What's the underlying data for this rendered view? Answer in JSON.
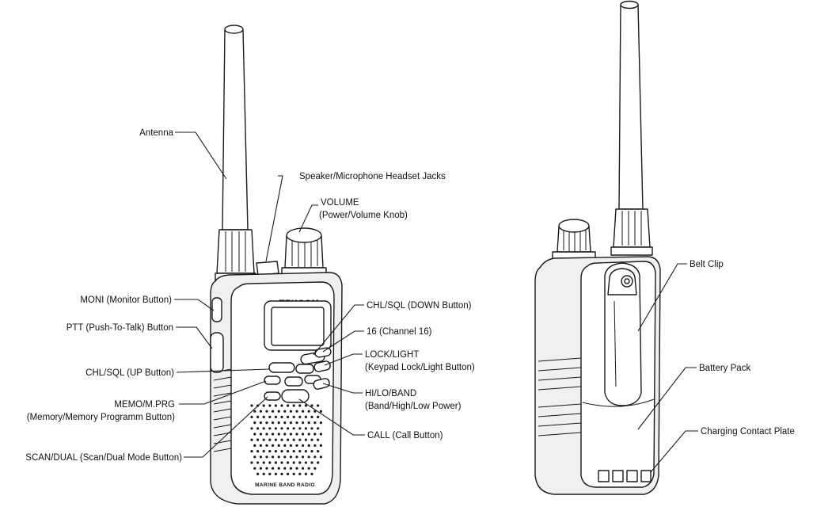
{
  "brand": "TEKCOM",
  "front_band_text": "MARINE BAND RADIO",
  "labels": {
    "antenna": "Antenna",
    "speaker_jacks": "Speaker/Microphone Headset Jacks",
    "volume_line1": "VOLUME",
    "volume_line2": "(Power/Volume Knob)",
    "moni": "MONI (Monitor Button)",
    "ptt": "PTT (Push-To-Talk) Button",
    "chl_down": "CHL/SQL (DOWN Button)",
    "ch16": "16 (Channel 16)",
    "lock_line1": "LOCK/LIGHT",
    "lock_line2": "(Keypad Lock/Light Button)",
    "chl_up": "CHL/SQL (UP Button)",
    "memo_line1": "MEMO/M.PRG",
    "memo_line2": "(Memory/Memory Programm Button)",
    "hilo_line1": "HI/LO/BAND",
    "hilo_line2": "(Band/High/Low Power)",
    "call": "CALL (Call Button)",
    "scan": "SCAN/DUAL (Scan/Dual Mode Button)",
    "belt_clip": "Belt Clip",
    "battery": "Battery Pack",
    "charging": "Charging Contact Plate"
  }
}
